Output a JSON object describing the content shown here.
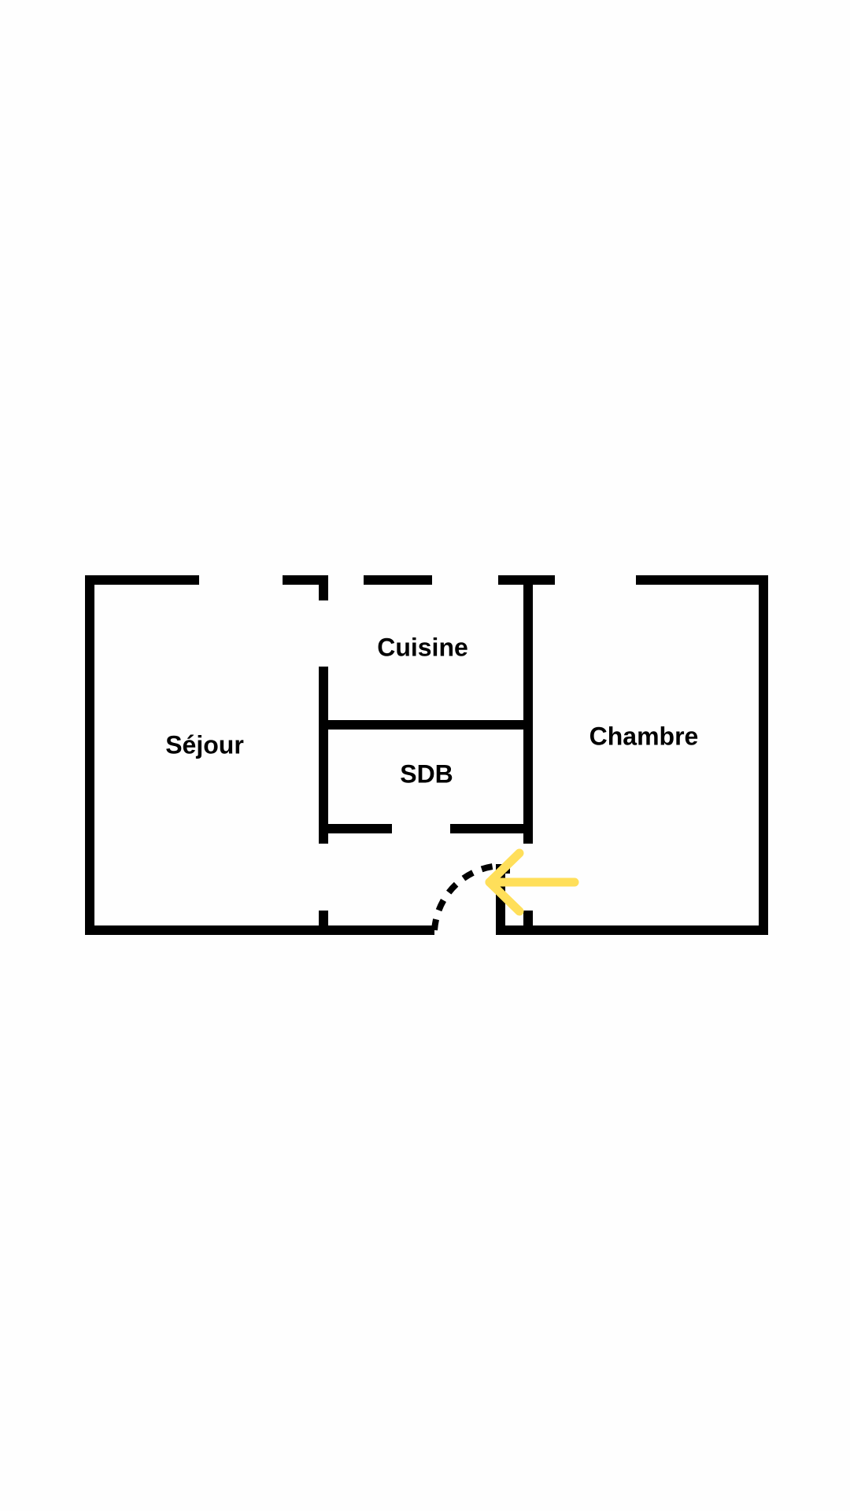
{
  "plan": {
    "rooms": [
      {
        "key": "sejour",
        "label": "Séjour"
      },
      {
        "key": "cuisine",
        "label": "Cuisine"
      },
      {
        "key": "sdb",
        "label": "SDB"
      },
      {
        "key": "chambre",
        "label": "Chambre"
      }
    ],
    "colors": {
      "wall": "#000000",
      "arrow": "#FFDF5A",
      "background": "#FEFEFE"
    },
    "entrance_icon": "arrow-left-icon"
  }
}
